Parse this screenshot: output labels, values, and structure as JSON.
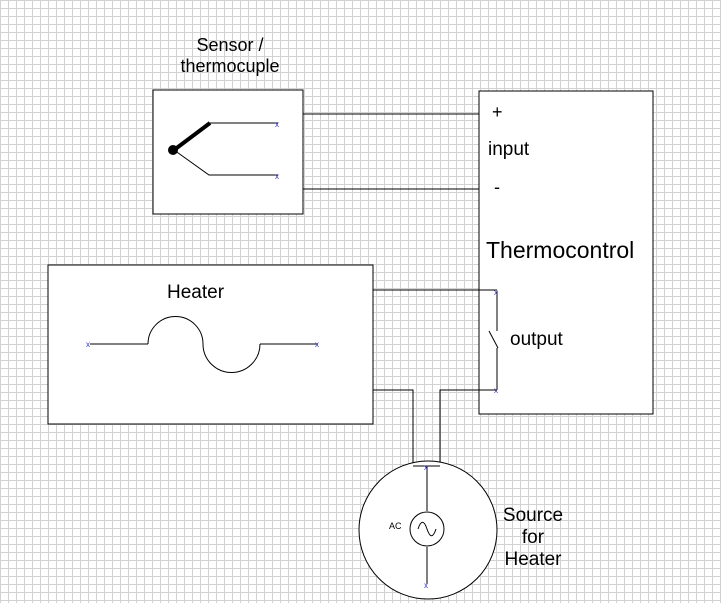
{
  "sensor": {
    "title_line1": "Sensor /",
    "title_line2": "thermocuple"
  },
  "thermocontrol": {
    "title": "Thermocontrol",
    "input_label": "input",
    "plus_label": "+",
    "minus_label": "-",
    "output_label": "output"
  },
  "heater": {
    "title": "Heater"
  },
  "source": {
    "title_line1": "Source",
    "title_line2": "for",
    "title_line3": "Heater",
    "ac_label": "AC"
  },
  "colors": {
    "line": "#000000",
    "terminal": "#3333cc",
    "grid": "#d2d2d2"
  }
}
